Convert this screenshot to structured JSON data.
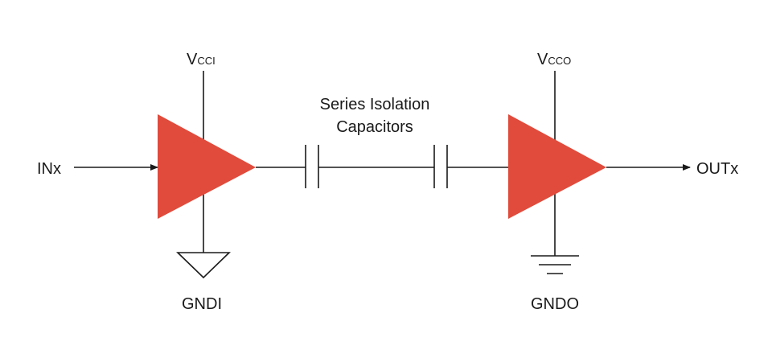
{
  "colors": {
    "buffer_fill": "#e04b3c",
    "wire": "#1a1a1a",
    "background": "#ffffff"
  },
  "labels": {
    "input": "INx",
    "output": "OUTx",
    "vcc_input_main": "V",
    "vcc_input_sub": "CCI",
    "vcc_output_main": "V",
    "vcc_output_sub": "CCO",
    "gnd_input": "GNDI",
    "gnd_output": "GNDO",
    "capacitors_line1": "Series Isolation",
    "capacitors_line2": "Capacitors"
  },
  "icons": {
    "input_ground": "chassis-ground-icon",
    "output_ground": "earth-ground-icon"
  }
}
